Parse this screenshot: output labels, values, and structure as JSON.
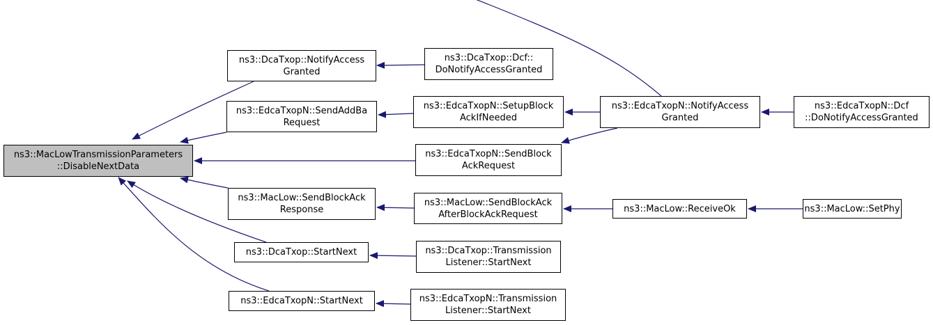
{
  "colors": {
    "edge": "#191970",
    "root_fill": "#bfbfbf",
    "node_fill": "#ffffff",
    "border": "#000000"
  },
  "nodes": {
    "root": {
      "lines": [
        "ns3::MacLowTransmissionParameters",
        "::DisableNextData"
      ]
    },
    "dca_notify": {
      "lines": [
        "ns3::DcaTxop::NotifyAccess",
        "Granted"
      ]
    },
    "dca_dcf_donotify": {
      "lines": [
        "ns3::DcaTxop::Dcf::",
        "DoNotifyAccessGranted"
      ]
    },
    "edca_sendaddba": {
      "lines": [
        "ns3::EdcaTxopN::SendAddBa",
        "Request"
      ]
    },
    "edca_setupblock": {
      "lines": [
        "ns3::EdcaTxopN::SetupBlock",
        "AckIfNeeded"
      ]
    },
    "edca_notify": {
      "lines": [
        "ns3::EdcaTxopN::NotifyAccess",
        "Granted"
      ]
    },
    "edca_dcf_donotify": {
      "lines": [
        "ns3::EdcaTxopN::Dcf",
        "::DoNotifyAccessGranted"
      ]
    },
    "edca_sendblockackreq": {
      "lines": [
        "ns3::EdcaTxopN::SendBlock",
        "AckRequest"
      ]
    },
    "maclow_sendbaresp": {
      "lines": [
        "ns3::MacLow::SendBlockAck",
        "Response"
      ]
    },
    "maclow_sendbaafter": {
      "lines": [
        "ns3::MacLow::SendBlockAck",
        "AfterBlockAckRequest"
      ]
    },
    "maclow_receiveok": {
      "lines": [
        "ns3::MacLow::ReceiveOk"
      ]
    },
    "maclow_setphy": {
      "lines": [
        "ns3::MacLow::SetPhy"
      ]
    },
    "dca_startnext": {
      "lines": [
        "ns3::DcaTxop::StartNext"
      ]
    },
    "dca_tl_startnext": {
      "lines": [
        "ns3::DcaTxop::Transmission",
        "Listener::StartNext"
      ]
    },
    "edca_startnext": {
      "lines": [
        "ns3::EdcaTxopN::StartNext"
      ]
    },
    "edca_tl_startnext": {
      "lines": [
        "ns3::EdcaTxopN::Transmission",
        "Listener::StartNext"
      ]
    }
  },
  "edges": [
    {
      "from": "dca_notify",
      "to": "root"
    },
    {
      "from": "edca_sendaddba",
      "to": "root"
    },
    {
      "from": "edca_notify",
      "to": "root"
    },
    {
      "from": "edca_sendblockackreq",
      "to": "root"
    },
    {
      "from": "maclow_sendbaresp",
      "to": "root"
    },
    {
      "from": "dca_startnext",
      "to": "root"
    },
    {
      "from": "edca_startnext",
      "to": "root"
    },
    {
      "from": "dca_dcf_donotify",
      "to": "dca_notify"
    },
    {
      "from": "edca_setupblock",
      "to": "edca_sendaddba"
    },
    {
      "from": "edca_notify",
      "to": "edca_setupblock"
    },
    {
      "from": "edca_dcf_donotify",
      "to": "edca_notify"
    },
    {
      "from": "edca_notify",
      "to": "edca_sendblockackreq"
    },
    {
      "from": "maclow_sendbaafter",
      "to": "maclow_sendbaresp"
    },
    {
      "from": "maclow_receiveok",
      "to": "maclow_sendbaafter"
    },
    {
      "from": "maclow_setphy",
      "to": "maclow_receiveok"
    },
    {
      "from": "dca_tl_startnext",
      "to": "dca_startnext"
    },
    {
      "from": "edca_tl_startnext",
      "to": "edca_startnext"
    }
  ]
}
